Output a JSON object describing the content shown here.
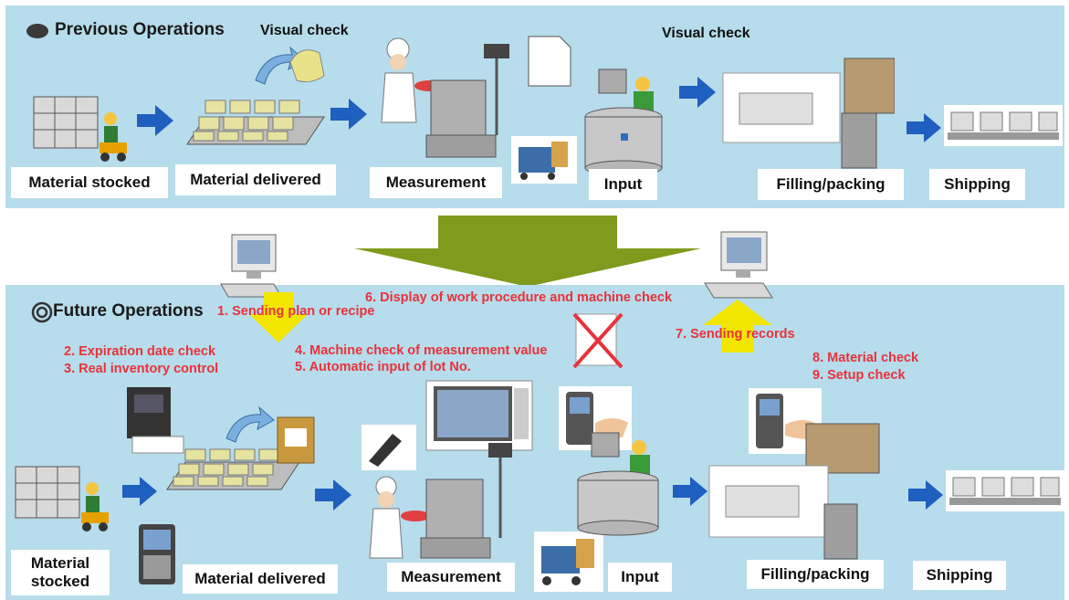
{
  "previous": {
    "title": "Previous Operations",
    "visual_check_1": "Visual check",
    "visual_check_2": "Visual check",
    "stages": [
      "Material stocked",
      "Material delivered",
      "Measurement",
      "Input",
      "Filling/packing",
      "Shipping"
    ]
  },
  "future": {
    "title": "Future Operations",
    "notes": {
      "n1": "1. Sending plan or recipe",
      "n2": "2. Expiration date check",
      "n3": "3. Real inventory control",
      "n4": "4. Machine check of measurement value",
      "n5": "5. Automatic input of lot No.",
      "n6": "6. Display of work procedure and machine check",
      "n7": "7. Sending records",
      "n8": "8. Material check",
      "n9": "9. Setup check"
    },
    "stages": [
      "Material stocked",
      "Material delivered",
      "Measurement",
      "Input",
      "Filling/packing",
      "Shipping"
    ]
  },
  "colors": {
    "panel": "#b7dceb",
    "arrow_blue": "#1f5fbf",
    "transition_arrow": "#7f9a1c",
    "yellow_arrow": "#f2e600",
    "note_red": "#e8323c"
  },
  "icons": [
    "shelf-with-worker",
    "material-boxes",
    "scale-with-worker",
    "mixing-tank-with-worker",
    "filling-machine",
    "conveyor-shipping",
    "computer",
    "handheld-terminal",
    "document",
    "cross-mark"
  ]
}
